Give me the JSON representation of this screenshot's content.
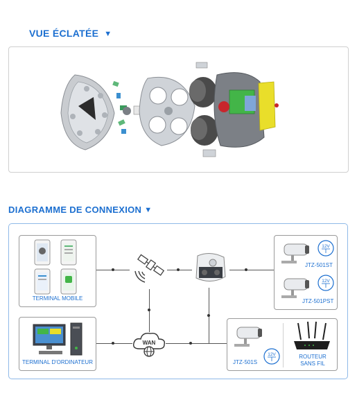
{
  "exploded": {
    "title": "VUE ÉCLATÉE"
  },
  "connection": {
    "title": "DIAGRAMME DE CONNEXION",
    "mobile_label": "TERMINAL MOBILE",
    "computer_label": "TERMINAL D'ORDINATEUR",
    "wan_label": "WAN",
    "cam_top_model": "JTZ-501ST",
    "cam_bottom_model": "JTZ-501PST",
    "cam_main_model": "JTZ-501S",
    "router_label_line1": "ROUTEUR",
    "router_label_line2": "SANS FIL",
    "voltage": "12V"
  },
  "colors": {
    "accent": "#1c6fd0",
    "frame_border": "#8fb9e8"
  }
}
